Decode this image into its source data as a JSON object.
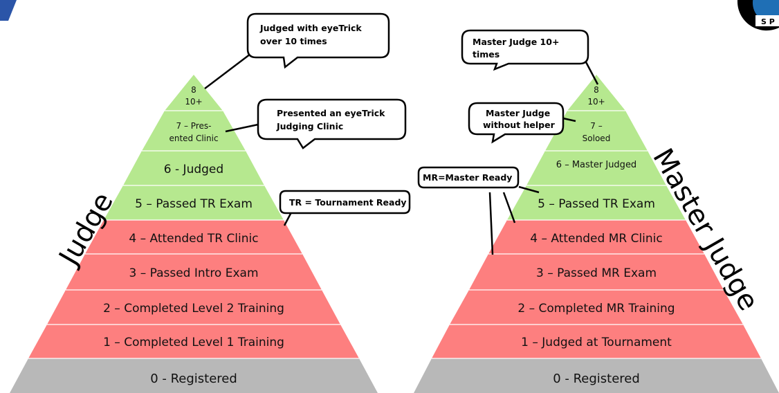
{
  "colors": {
    "green": "#b6e88f",
    "red": "#fd7f7f",
    "gray": "#b8b8b8",
    "line": "#ffffff",
    "logo_blue": "#1f6fb5",
    "corner_blue": "#2b55a8"
  },
  "judge_pyramid": {
    "side_label": "Judge",
    "levels": [
      {
        "l1": "8",
        "l2": "10+",
        "tier": "green"
      },
      {
        "l1": "7 – Pres-",
        "l2": "ented Clinic",
        "tier": "green"
      },
      {
        "l1": "6 - Judged",
        "l2": "",
        "tier": "green"
      },
      {
        "l1": "5 – Passed TR Exam",
        "l2": "",
        "tier": "green"
      },
      {
        "l1": "4 – Attended TR Clinic",
        "l2": "",
        "tier": "red"
      },
      {
        "l1": "3 – Passed Intro Exam",
        "l2": "",
        "tier": "red"
      },
      {
        "l1": "2 – Completed Level 2 Training",
        "l2": "",
        "tier": "red"
      },
      {
        "l1": "1 – Completed Level 1 Training",
        "l2": "",
        "tier": "red"
      },
      {
        "l1": "0 - Registered",
        "l2": "",
        "tier": "gray"
      }
    ],
    "callouts": [
      {
        "l1": "Judged with eyeTrick",
        "l2": "over 10 times"
      },
      {
        "l1": "Presented an eyeTrick",
        "l2": "Judging Clinic"
      },
      {
        "l1": "TR = Tournament Ready",
        "l2": ""
      }
    ]
  },
  "master_pyramid": {
    "side_label": "Master Judge",
    "levels": [
      {
        "l1": "8",
        "l2": "10+",
        "tier": "green"
      },
      {
        "l1": "7 –",
        "l2": "Soloed",
        "tier": "green"
      },
      {
        "l1": "6 – Master Judged",
        "l2": "",
        "tier": "green"
      },
      {
        "l1": "5 – Passed TR Exam",
        "l2": "",
        "tier": "green"
      },
      {
        "l1": "4 – Attended MR Clinic",
        "l2": "",
        "tier": "red"
      },
      {
        "l1": "3 – Passed MR Exam",
        "l2": "",
        "tier": "red"
      },
      {
        "l1": "2 – Completed MR Training",
        "l2": "",
        "tier": "red"
      },
      {
        "l1": "1 – Judged at Tournament",
        "l2": "",
        "tier": "red"
      },
      {
        "l1": "0 - Registered",
        "l2": "",
        "tier": "gray"
      }
    ],
    "callouts": [
      {
        "l1": "Master Judge 10+",
        "l2": "times"
      },
      {
        "l1": "Master Judge",
        "l2": "without helper"
      },
      {
        "l1": "MR=Master Ready",
        "l2": ""
      }
    ]
  },
  "logo": {
    "text": "S P"
  }
}
